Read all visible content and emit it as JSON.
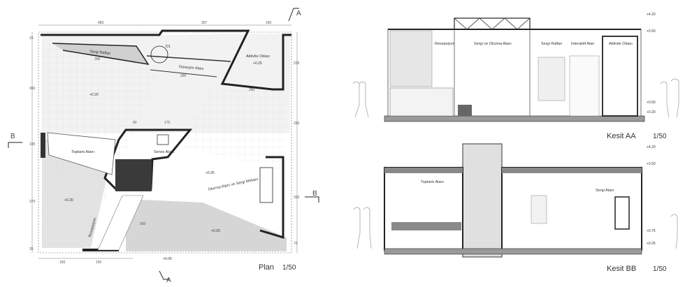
{
  "plan": {
    "title": "Plan",
    "scale": "1/50",
    "top_dims": [
      "483",
      "357",
      "160"
    ],
    "bottom_dims": [
      "160",
      "150"
    ],
    "left_dims": [
      "15",
      "360",
      "100",
      "370",
      "20"
    ],
    "right_dims": [
      "235",
      "260",
      "320",
      "70"
    ],
    "inner_dims": [
      "300",
      "290",
      "280",
      "90",
      "175",
      "260"
    ],
    "rooms": {
      "sergi_raflari": "Sergi Rafları",
      "deneyim_alani": "Deneyim Alanı",
      "aktivite_odasi": "Aktivite Odası",
      "servis_alani": "Servis Alanı",
      "toplanti_alani": "Toplantı Alanı",
      "oturma_sergi": "Oturma Alanı ve Sergi Mekanı",
      "resepsiyon": "Resepsiyon"
    },
    "detail_tag": "D1",
    "levels": [
      "+0.25",
      "+0.20",
      "+0.25",
      "+0.20",
      "+0.20",
      "+0.00"
    ],
    "section_marks": {
      "a_top": "A",
      "a_bottom": "A",
      "b_left": "B",
      "b_right": "B"
    }
  },
  "section_aa": {
    "title": "Kesit AA",
    "scale": "1/50",
    "rooms": {
      "resepsiyon": "Resepsiyon",
      "sergi_oturma": "Sergi ve Oturma Alanı",
      "sergi_raflari": "Sergi Rafları",
      "interaktif": "İnteraktif Alan",
      "aktivite": "Aktivite Odası"
    },
    "levels": [
      "+4.20",
      "+3.50",
      "+0.60",
      "+0.20"
    ]
  },
  "section_bb": {
    "title": "Kesit BB",
    "scale": "1/50",
    "rooms": {
      "toplanti": "Toplantı Alanı",
      "sergi": "Sergi Alanı"
    },
    "levels": [
      "+4.20",
      "+3.50",
      "+0.75",
      "+0.25"
    ]
  }
}
